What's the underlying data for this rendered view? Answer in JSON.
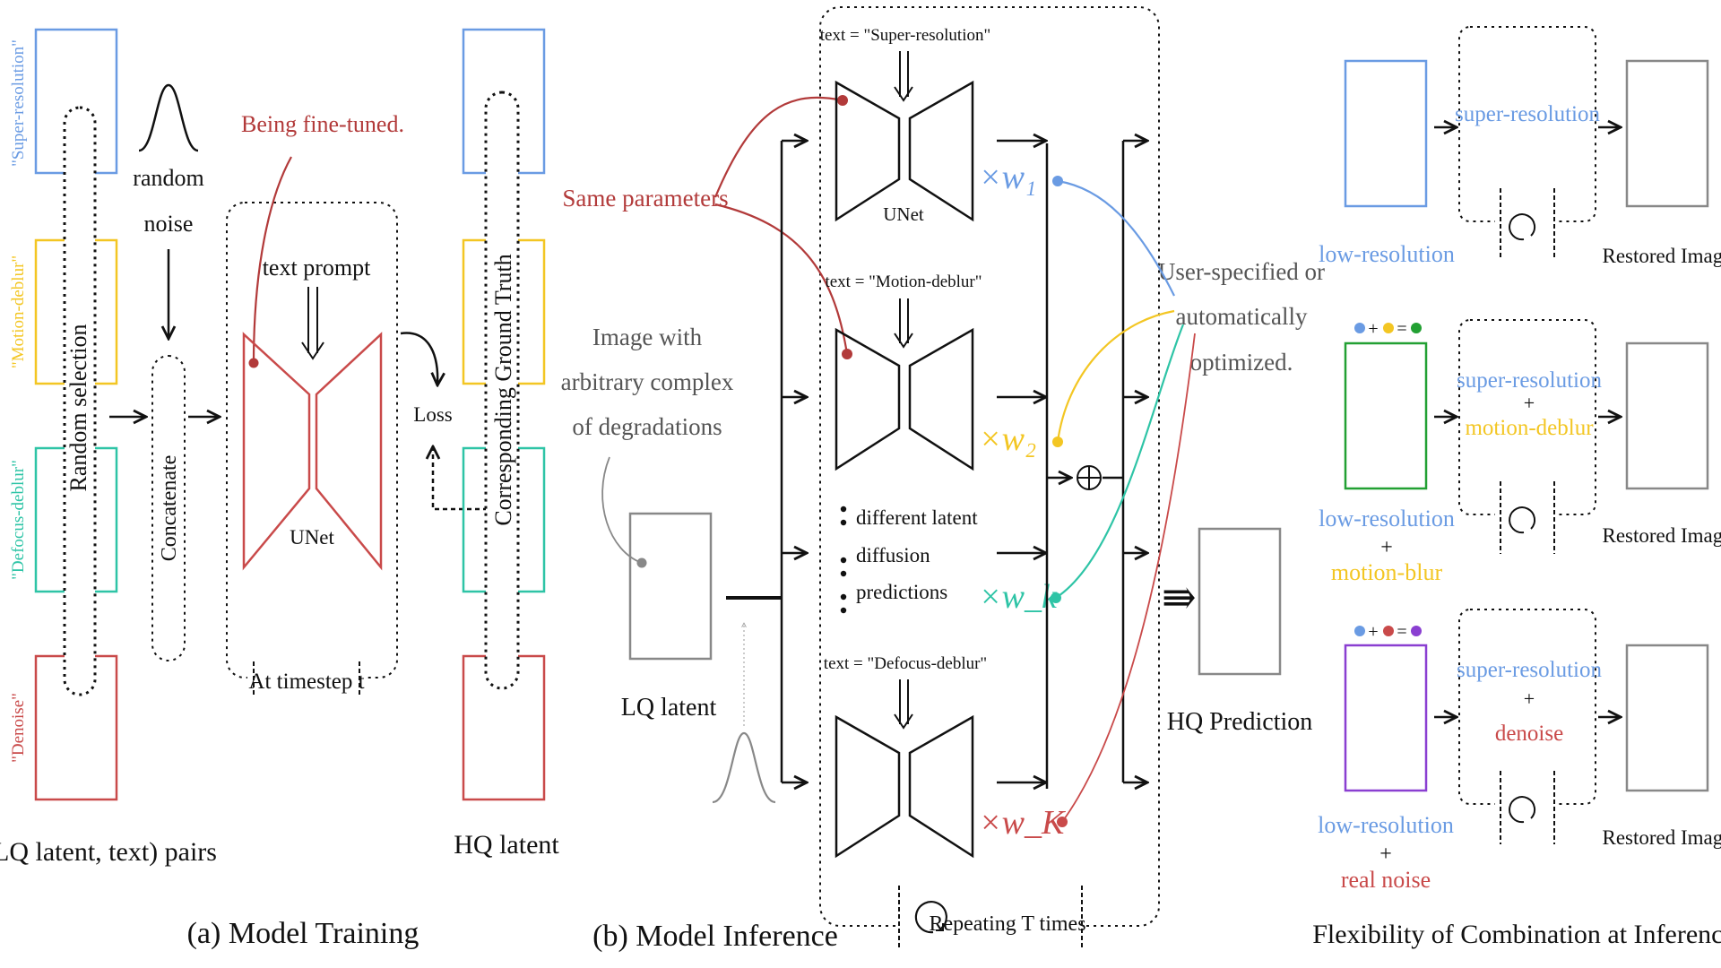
{
  "colors": {
    "blue": "#6a9be3",
    "yellow": "#f3c623",
    "teal": "#2ec4a6",
    "red": "#c94a4a",
    "dark_red": "#b23a3a",
    "green": "#22a033",
    "purple": "#8a3fd1",
    "gray": "#888888",
    "black": "#111111"
  },
  "training": {
    "tasks": [
      "\"Super-resolution\"",
      "\"Motion-deblur\"",
      "\"Defocus-deblur\"",
      "\"Denoise\""
    ],
    "random_selection": "Random selection",
    "noise_top": "random",
    "noise_bottom": "noise",
    "concatenate": "Concatenate",
    "fine_tuned": "Being fine-tuned.",
    "text_prompt": "text prompt",
    "unet": "UNet",
    "at_timestep": "At timestep t",
    "loss": "Loss",
    "ground_truth": "Corresponding Ground Truth",
    "lq_pairs": "(LQ latent, text) pairs",
    "hq_latent": "HQ latent",
    "caption": "(a) Model Training"
  },
  "inference": {
    "same_parameters": "Same parameters",
    "image_with_1": "Image with",
    "image_with_2": "arbitrary complex",
    "image_with_3": "of degradations",
    "lq_latent": "LQ latent",
    "text_sr": "text = \"Super-resolution\"",
    "text_md": "text = \"Motion-deblur\"",
    "text_dd": "text = \"Defocus-deblur\"",
    "unet": "UNet",
    "diff_1": "different latent",
    "diff_2": "diffusion",
    "diff_3": "predictions",
    "weights": [
      "×w₁",
      "×w₂",
      "×w_k",
      "×w_K"
    ],
    "user_1": "User-specified or",
    "user_2": "automatically",
    "user_3": "optimized.",
    "hq_prediction": "HQ Prediction",
    "repeating": "Repeating T times",
    "caption": "(b) Model Inference"
  },
  "flexibility": {
    "rows": [
      {
        "inputs": [
          "low-resolution"
        ],
        "ops": [
          "super-resolution"
        ],
        "output": "Restored Image"
      },
      {
        "inputs": [
          "low-resolution",
          "+",
          "motion-blur"
        ],
        "ops": [
          "super-resolution",
          "+",
          "motion-deblur"
        ],
        "output": "Restored Image"
      },
      {
        "inputs": [
          "low-resolution",
          "+",
          "real noise"
        ],
        "ops": [
          "super-resolution",
          "+",
          "denoise"
        ],
        "output": "Restored Image"
      }
    ],
    "caption": "Flexibility of Combination at Inference"
  }
}
